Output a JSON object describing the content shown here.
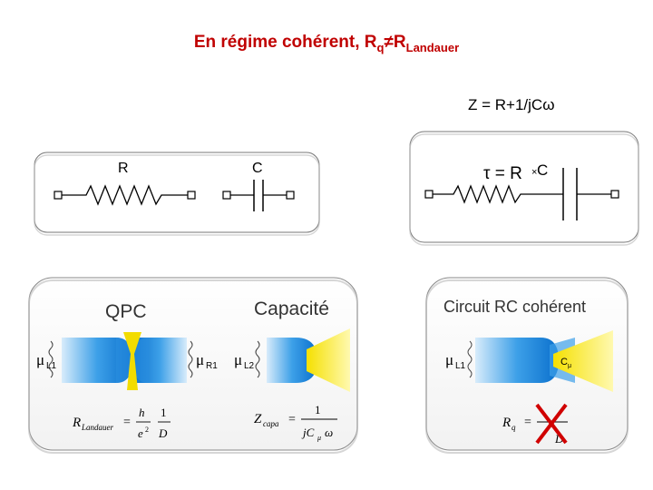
{
  "title": {
    "main": "En régime cohérent,  R",
    "sub1": "q",
    "mid": "≠R",
    "sub2": "Landauer"
  },
  "formula_z": "Z = R+1/jCω",
  "circuit_left": {
    "r_label": "R",
    "c_label": "C"
  },
  "circuit_right": {
    "tau": "τ = R",
    "times": "×",
    "c": "C"
  },
  "panel_qpc": {
    "qpc_label": "QPC",
    "cap_label": "Capacité",
    "mu_l1": "L1",
    "mu_r1": "R1",
    "mu_l2": "L2",
    "mu": "μ"
  },
  "panel_rc": {
    "title": "Circuit RC cohérent",
    "mu_l1": "L1",
    "c_mu": "C",
    "c_mu_sub": "μ",
    "mu": "μ"
  },
  "eq": {
    "r_landauer": "R",
    "r_landauer_sub": "Landauer",
    "h": "h",
    "e2": "e",
    "one": "1",
    "d": "D",
    "z_capa": "Z",
    "z_capa_sub": "capa",
    "jc": "jC",
    "jc_sub": "μ",
    "omega": "ω",
    "rq": "R",
    "rq_sub": "q",
    "eq_sign": "=",
    "dd": "D"
  },
  "colors": {
    "title": "#c00000",
    "cross": "#d00000",
    "constriction": "#f2dc00",
    "lead": "#1a8ee0"
  }
}
